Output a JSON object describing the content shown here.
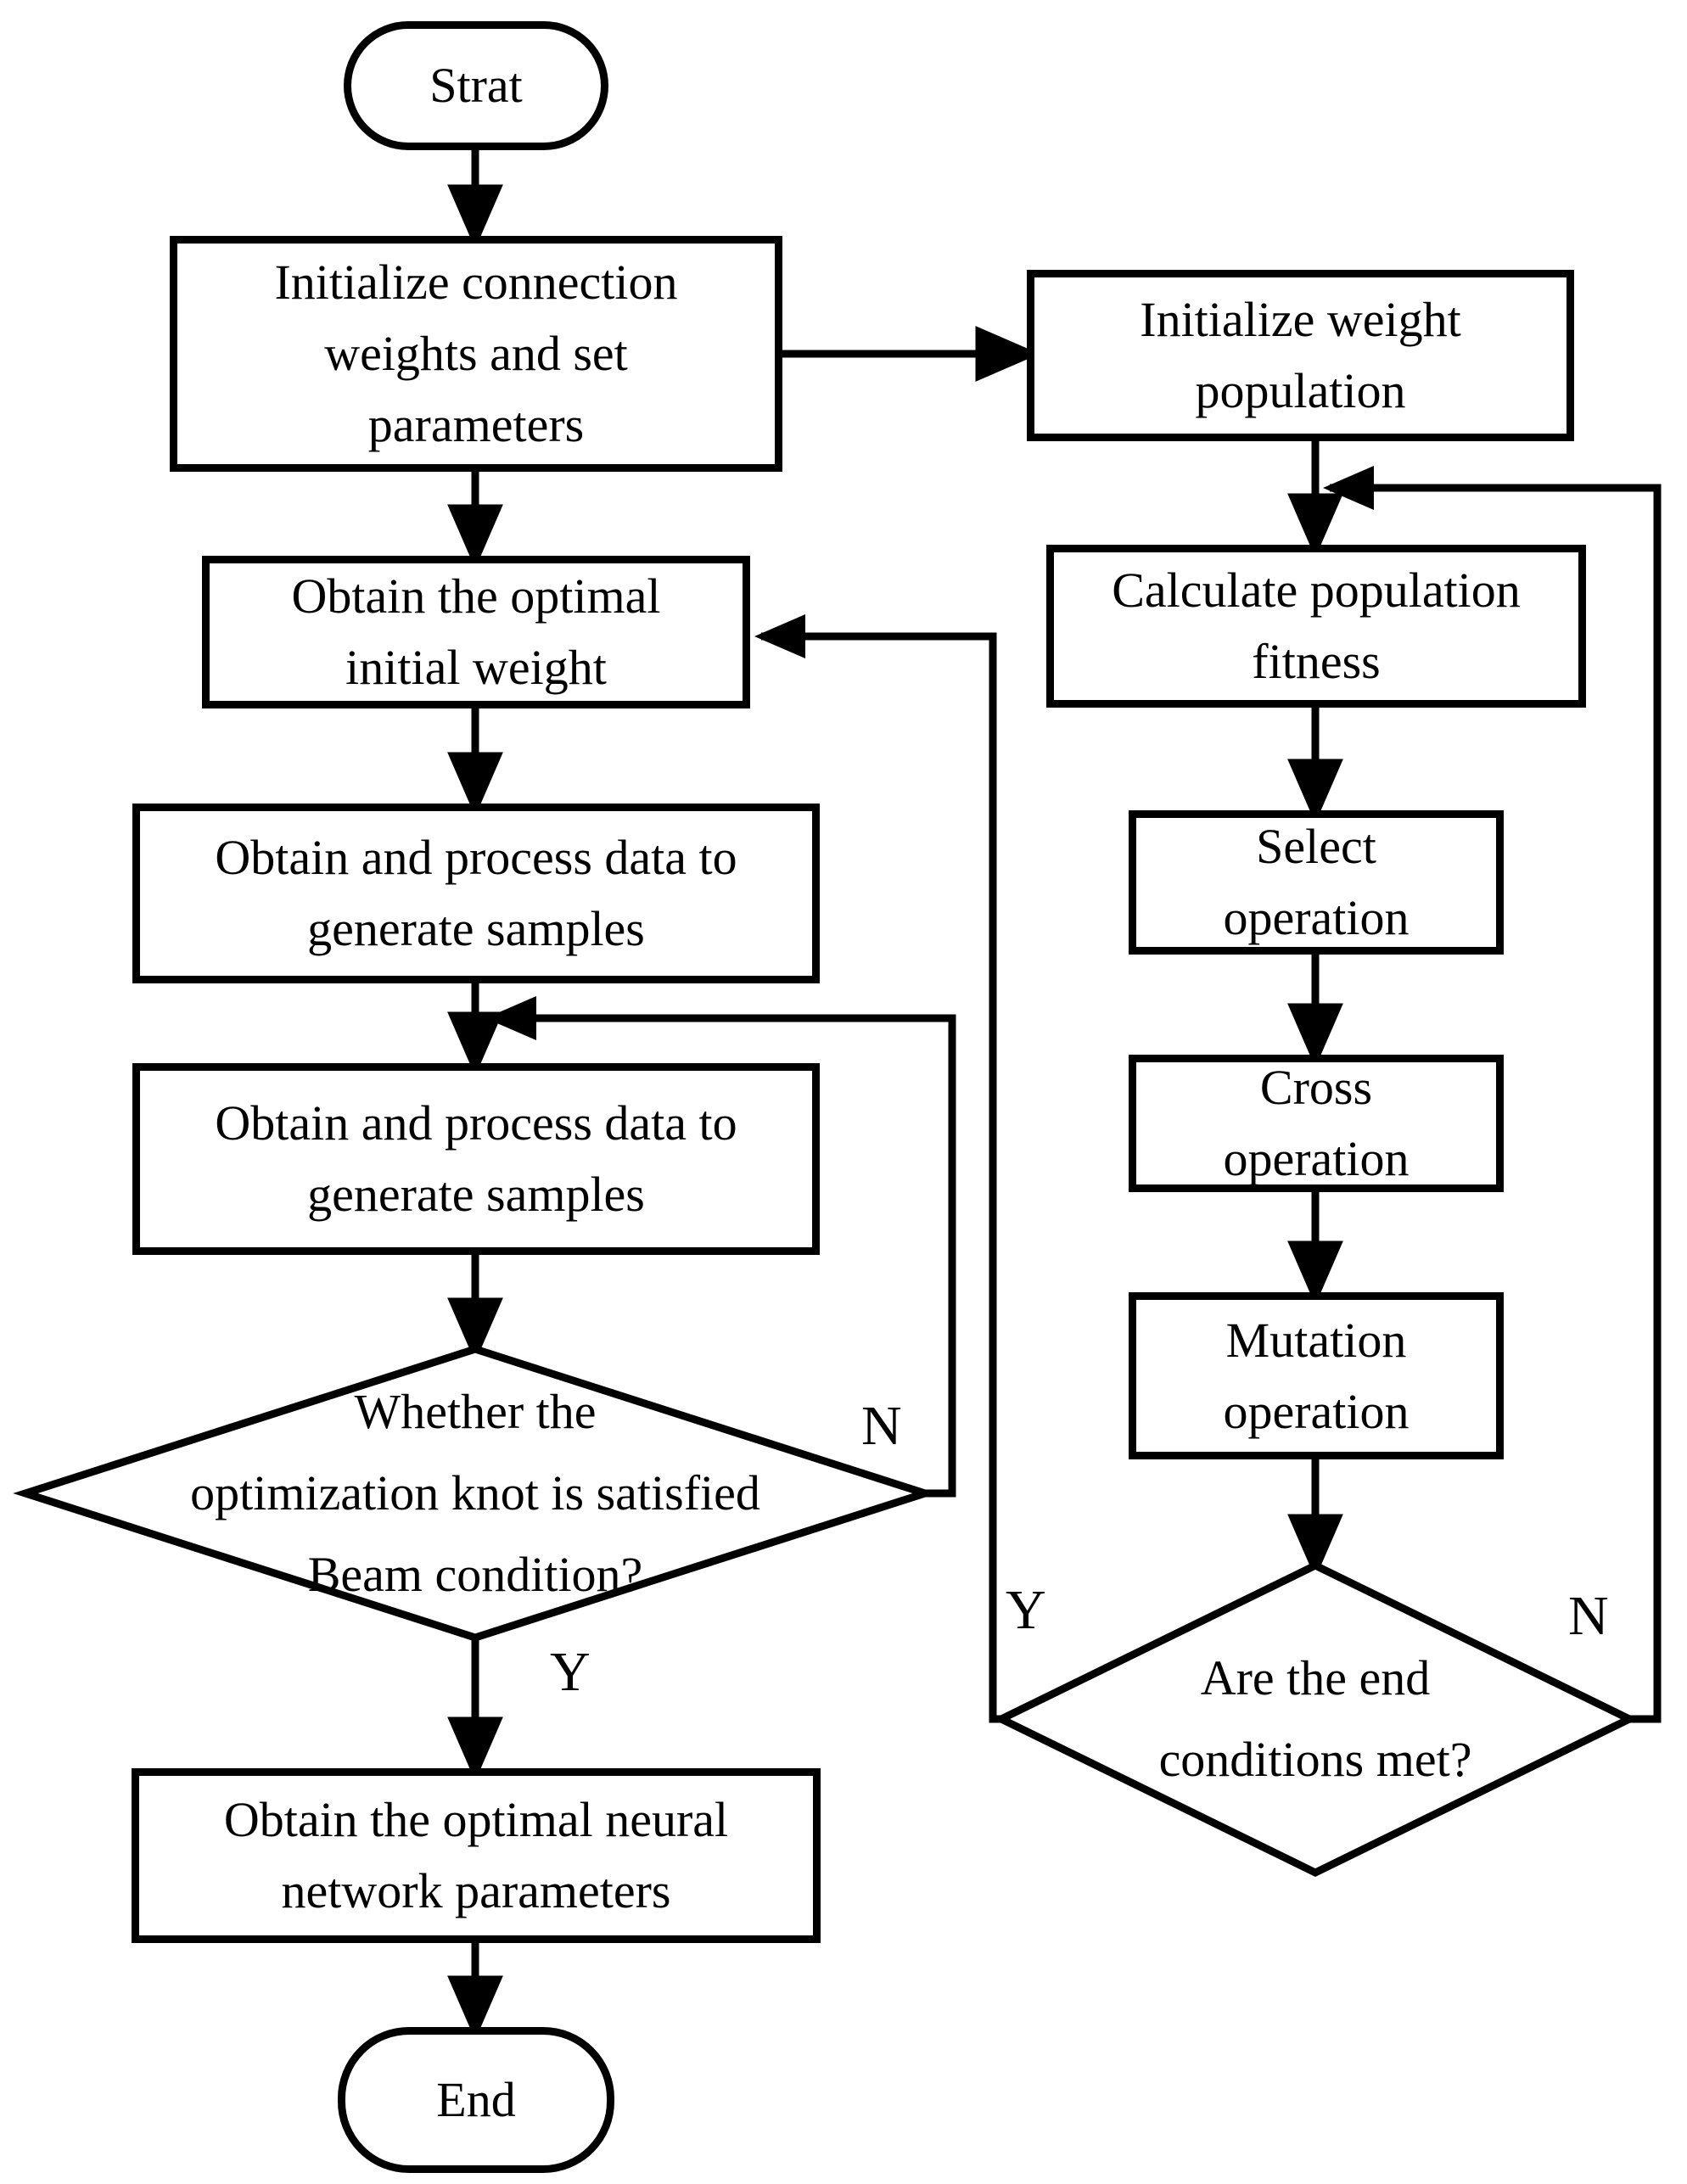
{
  "flowchart": {
    "background_color": "#ffffff",
    "stroke_color": "#000000",
    "nodes": {
      "start": {
        "type": "terminator",
        "lines": [
          "Strat"
        ]
      },
      "init_weights": {
        "type": "process",
        "lines": [
          "Initialize connection",
          "weights and set",
          "parameters"
        ]
      },
      "init_population": {
        "type": "process",
        "lines": [
          "Initialize weight",
          "population"
        ]
      },
      "optimal_initial_weight": {
        "type": "process",
        "lines": [
          "Obtain the optimal",
          "initial weight"
        ]
      },
      "calc_fitness": {
        "type": "process",
        "lines": [
          "Calculate population",
          "fitness"
        ]
      },
      "process_data_1": {
        "type": "process",
        "lines": [
          "Obtain and process data to",
          "generate samples"
        ]
      },
      "process_data_2": {
        "type": "process",
        "lines": [
          "Obtain and process data to",
          "generate samples"
        ]
      },
      "select_op": {
        "type": "process",
        "lines": [
          "Select",
          "operation"
        ]
      },
      "cross_op": {
        "type": "process",
        "lines": [
          "Cross",
          "operation"
        ]
      },
      "mutation_op": {
        "type": "process",
        "lines": [
          "Mutation",
          "operation"
        ]
      },
      "knot_decision": {
        "type": "decision",
        "lines": [
          "Whether the",
          "optimization knot is satisfied",
          "Beam condition?"
        ]
      },
      "end_decision": {
        "type": "decision",
        "lines": [
          "Are the end",
          "conditions met?"
        ]
      },
      "optimal_params": {
        "type": "process",
        "lines": [
          "Obtain the optimal neural",
          "network parameters"
        ]
      },
      "end": {
        "type": "terminator",
        "lines": [
          "End"
        ]
      }
    },
    "branch_labels": {
      "knot_decision_no": "N",
      "knot_decision_yes": "Y",
      "end_decision_yes": "Y",
      "end_decision_no": "N"
    }
  }
}
